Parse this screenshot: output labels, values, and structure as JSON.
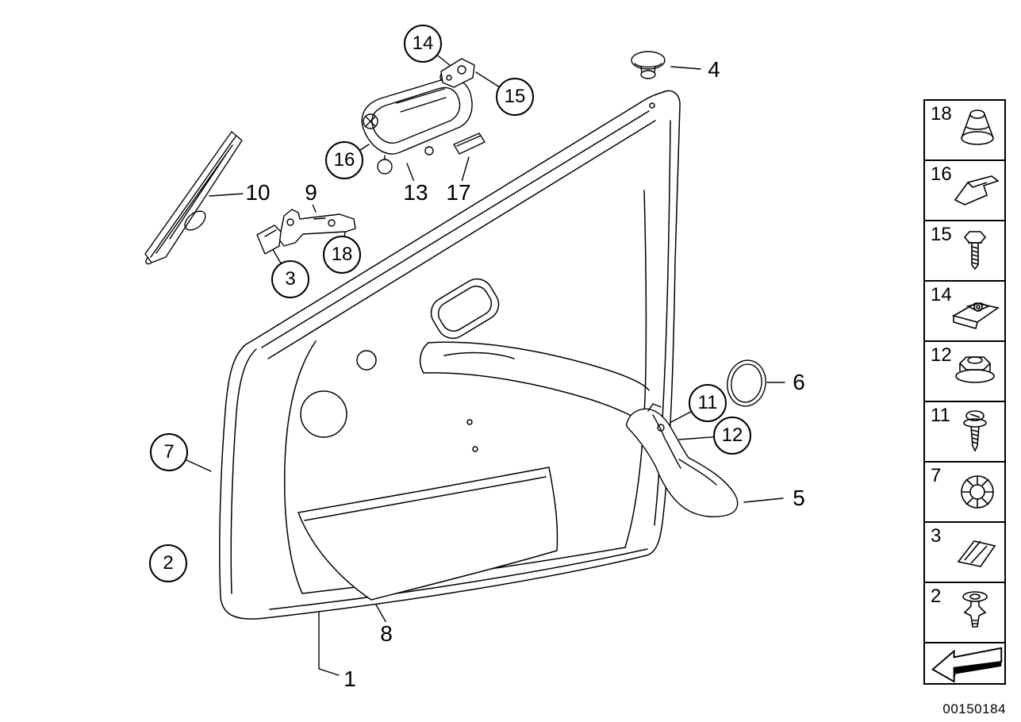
{
  "diagram": {
    "id": "00150184"
  },
  "callouts": {
    "circled": {
      "c2": "2",
      "c3": "3",
      "c7": "7",
      "c11": "11",
      "c12": "12",
      "c14": "14",
      "c15": "15",
      "c16": "16",
      "c18": "18"
    },
    "plain": {
      "p1": "1",
      "p4": "4",
      "p5": "5",
      "p6": "6",
      "p8": "8",
      "p9": "9",
      "p10": "10",
      "p13": "13",
      "p17": "17"
    }
  },
  "legend": {
    "items": [
      {
        "label": "18",
        "icon": "grommet-nut-icon"
      },
      {
        "label": "16",
        "icon": "retainer-bracket-icon"
      },
      {
        "label": "15",
        "icon": "hex-bolt-icon"
      },
      {
        "label": "14",
        "icon": "speed-nut-icon"
      },
      {
        "label": "12",
        "icon": "flange-nut-icon"
      },
      {
        "label": "11",
        "icon": "tapping-screw-icon"
      },
      {
        "label": "7",
        "icon": "push-rivet-icon"
      },
      {
        "label": "3",
        "icon": "clip-icon"
      },
      {
        "label": "2",
        "icon": "expansion-rivet-icon"
      }
    ],
    "nav_arrow_icon": "back-arrow-icon"
  }
}
